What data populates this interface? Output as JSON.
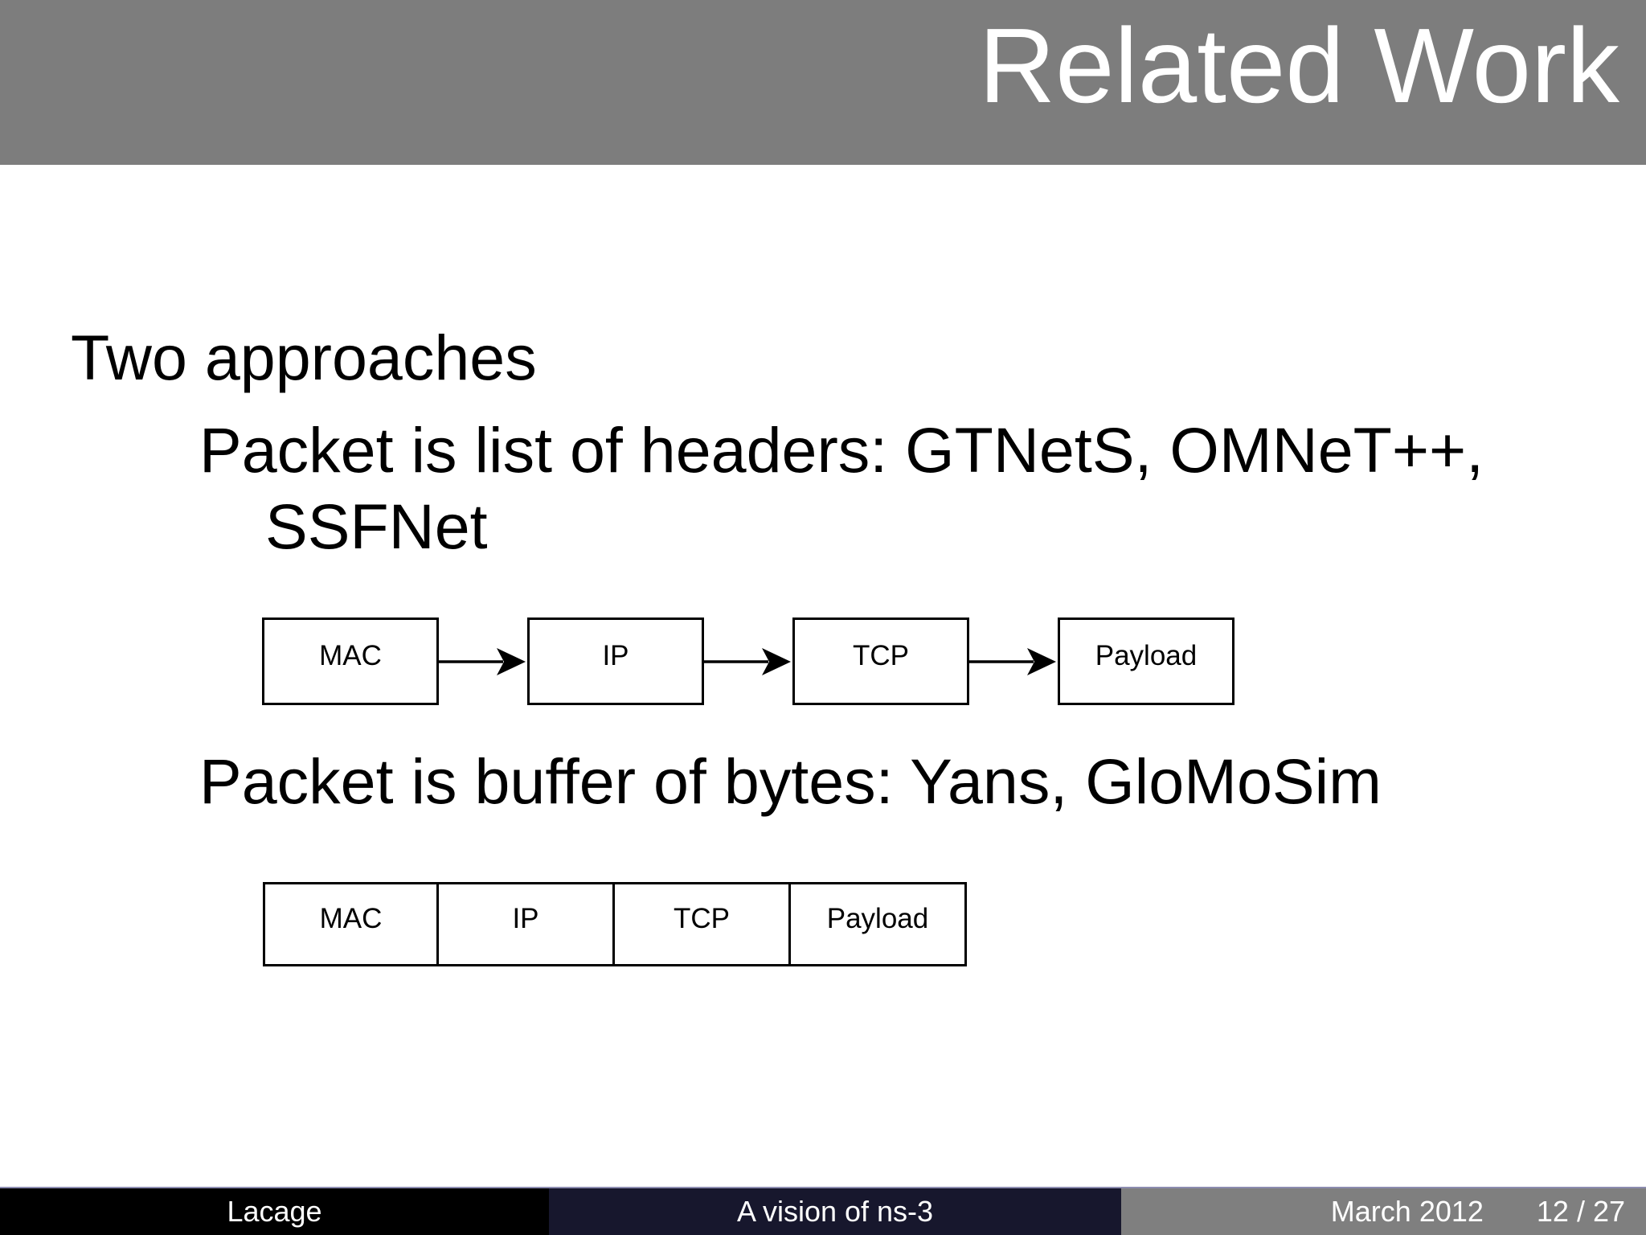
{
  "slide": {
    "title": "Related Work",
    "body": {
      "heading": "Two approaches",
      "item1_line1": "Packet is list of headers: GTNetS, OMNeT++,",
      "item1_line2": "SSFNet",
      "item2": "Packet is buffer of bytes: Yans, GloMoSim"
    },
    "diagram_list": {
      "boxes": [
        "MAC",
        "IP",
        "TCP",
        "Payload"
      ]
    },
    "diagram_buffer": {
      "cells": [
        "MAC",
        "IP",
        "TCP",
        "Payload"
      ]
    },
    "footer": {
      "author": "Lacage",
      "title": "A vision of ns-3",
      "date": "March 2012",
      "page": "12 / 27"
    },
    "colors": {
      "title_bar_gray": "#7d7d7d",
      "footer_gray": "#7f7f7f",
      "footer_navy": "#17172d",
      "footer_black": "#000000",
      "footer_top_line": "#8c8cb0",
      "text_black": "#000000",
      "text_white": "#ffffff"
    }
  }
}
